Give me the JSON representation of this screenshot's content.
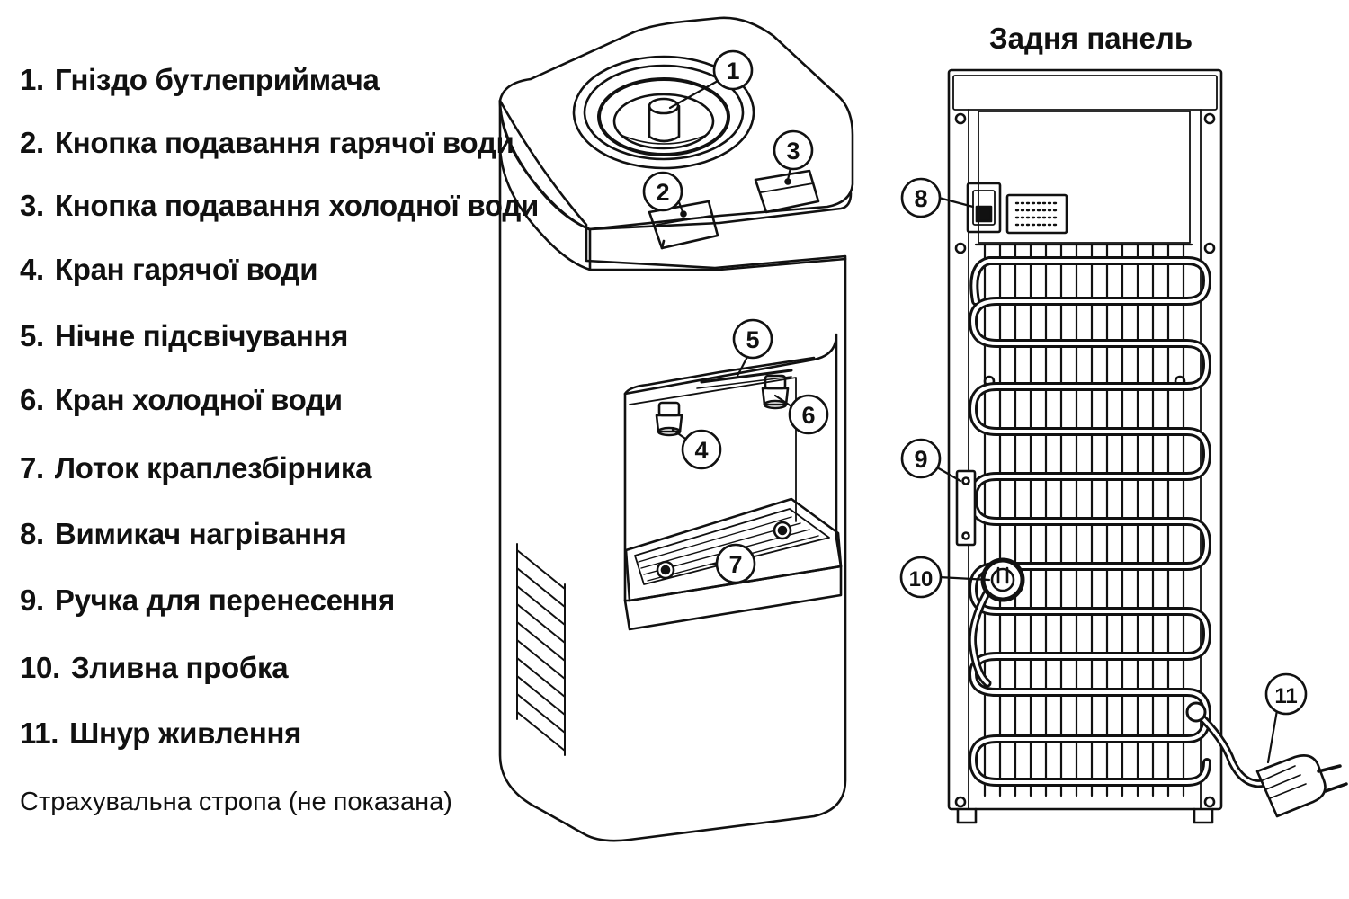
{
  "legend": {
    "items": [
      {
        "num": "1.",
        "text": "Гніздо бутлеприймача"
      },
      {
        "num": "2.",
        "text": "Кнопка  подавання гарячої води"
      },
      {
        "num": "3.",
        "text": "Кнопка подавання холодної води"
      },
      {
        "num": "4.",
        "text": "Кран гарячої води"
      },
      {
        "num": "5.",
        "text": "Нічне підсвічування"
      },
      {
        "num": "6.",
        "text": "Кран холодної води"
      },
      {
        "num": "7.",
        "text": "Лоток краплезбірника"
      },
      {
        "num": "8.",
        "text": "Вимикач нагрівання"
      },
      {
        "num": "9.",
        "text": "Ручка для перенесення"
      },
      {
        "num": "10.",
        "text": "Зливна пробка"
      },
      {
        "num": "11.",
        "text": "Шнур живлення"
      }
    ],
    "note": "Страхувальна стропа (не показана)"
  },
  "back_panel": {
    "title": "Задня панель"
  },
  "callouts": {
    "c1": "1",
    "c2": "2",
    "c3": "3",
    "c4": "4",
    "c5": "5",
    "c6": "6",
    "c7": "7",
    "c8": "8",
    "c9": "9",
    "c10": "10",
    "c11": "11"
  },
  "colors": {
    "line": "#111111",
    "fill": "#ffffff"
  }
}
